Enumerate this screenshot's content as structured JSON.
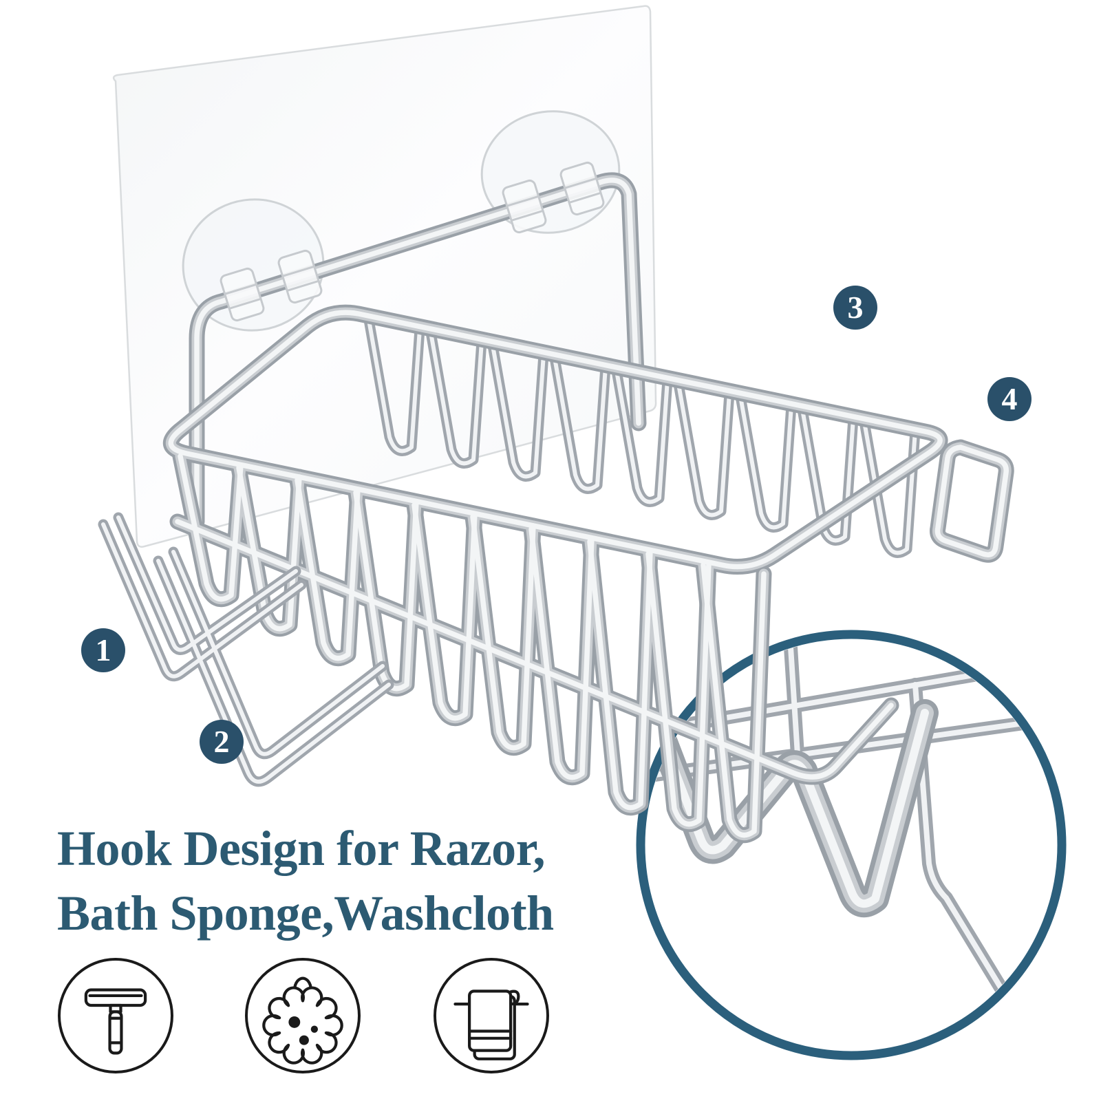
{
  "headline": {
    "line1": "Hook Design for Razor,",
    "line2": "Bath Sponge,Washcloth"
  },
  "callouts": [
    {
      "number": "1"
    },
    {
      "number": "2"
    },
    {
      "number": "3"
    },
    {
      "number": "4"
    }
  ],
  "icons": [
    {
      "name": "razor-icon"
    },
    {
      "name": "bath-sponge-icon"
    },
    {
      "name": "washcloth-icon"
    }
  ],
  "colors": {
    "headline_text": "#2C5A72",
    "callout_badge": "#2A506A",
    "detail_ring": "#2B5F7C",
    "icon_stroke": "#1A1A1A",
    "wire_chrome_dark": "#99A0A7",
    "wire_chrome_light": "#F3F5F6",
    "background": "#FFFFFF"
  }
}
